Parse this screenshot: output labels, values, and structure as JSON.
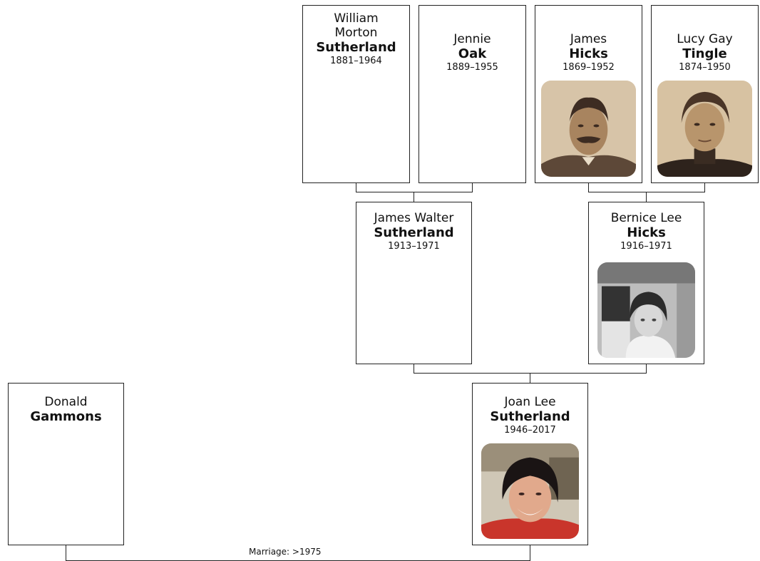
{
  "people": {
    "william": {
      "given": "William Morton",
      "surname": "Sutherland",
      "dates": "1881–1964"
    },
    "jennie": {
      "given": "Jennie",
      "surname": "Oak",
      "dates": "1889–1955"
    },
    "james_hicks": {
      "given": "James",
      "surname": "Hicks",
      "dates": "1869–1952"
    },
    "lucy": {
      "given": "Lucy Gay",
      "surname": "Tingle",
      "dates": "1874–1950"
    },
    "james_walter": {
      "given": "James Walter",
      "surname": "Sutherland",
      "dates": "1913–1971"
    },
    "bernice": {
      "given": "Bernice Lee",
      "surname": "Hicks",
      "dates": "1916–1971"
    },
    "donald": {
      "given": "Donald",
      "surname": "Gammons",
      "dates": ""
    },
    "joan": {
      "given": "Joan Lee",
      "surname": "Sutherland",
      "dates": "1946–2017"
    }
  },
  "marriage": {
    "label": "Marriage: >1975"
  }
}
